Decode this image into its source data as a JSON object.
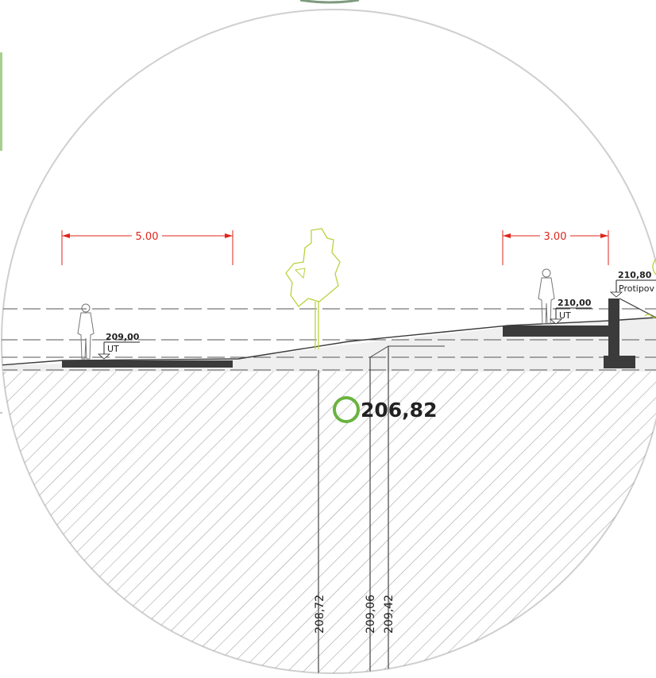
{
  "colors": {
    "dimension": "#e0241b",
    "accent_marker": "#6ab33f",
    "tree_outline": "#b9d240",
    "slab": "#3b3b3b",
    "hatch": "#8a8a8a",
    "frame": "#cfcfcf",
    "side_strip": "#a7d08c"
  },
  "dimensions": {
    "left_width": "5.00",
    "right_width": "3.00"
  },
  "elevations": {
    "left_path": {
      "value": "209,00",
      "tag": "UT"
    },
    "right_path": {
      "value": "210,00",
      "tag": "UT"
    },
    "wall_top": {
      "value": "210,80",
      "tag": "Protipov"
    },
    "highlight": "206,82",
    "pipe_1": "208,72",
    "pipe_2": "209,06",
    "pipe_3": "209,42"
  },
  "icons": {
    "people": [
      "person-icon",
      "person-icon"
    ],
    "tree": "tree-icon",
    "marker": "circle-marker-icon"
  }
}
